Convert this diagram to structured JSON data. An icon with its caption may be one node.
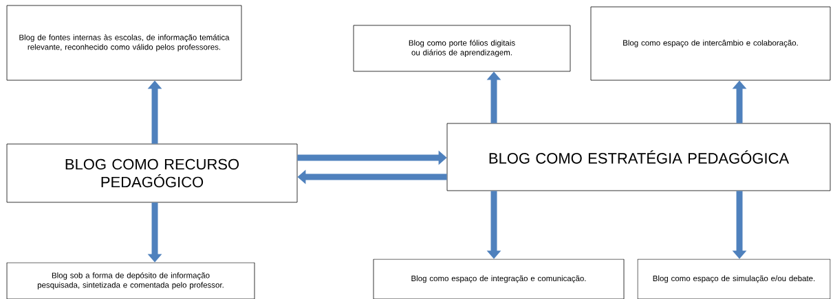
{
  "diagram": {
    "nodes": [
      {
        "text": [
          "Blog de fontes internas às escolas, de informação temática relevante, reconhecido como válido pelos professores."
        ]
      },
      {
        "text": [
          "BLOG COMO RECURSO PEDAGÓGICO"
        ]
      },
      {
        "text": [
          "Blog sob a forma de depósito de informação pesquisada, sintetizada e comentada pelo professor."
        ]
      },
      {
        "text": [
          "Blog como porte fólios digitais ou diários de aprendizagem."
        ]
      },
      {
        "text": [
          "Blog como espaço de intercâmbio e colaboração."
        ]
      },
      {
        "text": [
          "BLOG COMO ESTRATÉGIA PEDAGÓGICA"
        ]
      },
      {
        "text": [
          "Blog como espaço de integração e comunicação."
        ]
      },
      {
        "text": [
          "Blog como espaço de simulação e/ou debate."
        ]
      }
    ],
    "edges": [
      {
        "from": 1,
        "to": 0,
        "arrow": "to"
      },
      {
        "from": 1,
        "to": 2,
        "arrow": "to"
      },
      {
        "from": 1,
        "to": 5,
        "arrow": "to"
      },
      {
        "from": 5,
        "to": 1,
        "arrow": "to"
      },
      {
        "from": 5,
        "to": 3,
        "arrow": "to"
      },
      {
        "from": 5,
        "to": 4,
        "arrow": "to"
      },
      {
        "from": 5,
        "to": 6,
        "arrow": "to"
      },
      {
        "from": 5,
        "to": 7,
        "arrow": "to"
      }
    ]
  }
}
